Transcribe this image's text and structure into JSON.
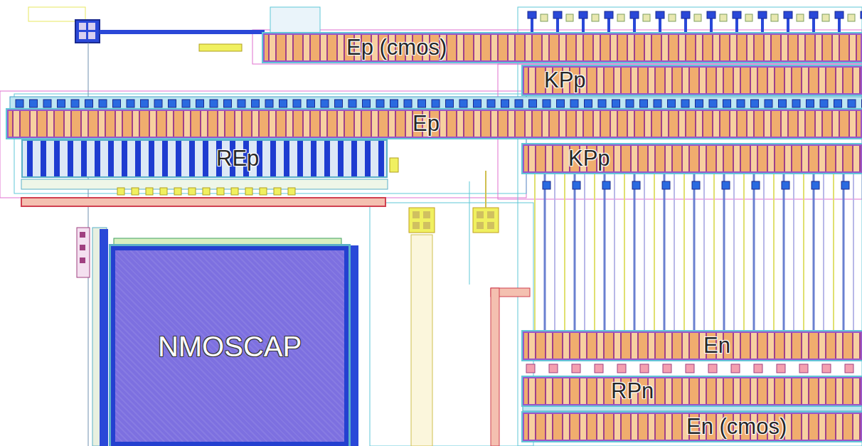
{
  "diagram": {
    "nodes": [
      {
        "text": [
          "Ep (cmos)"
        ]
      },
      {
        "text": [
          "KPp"
        ]
      },
      {
        "text": [
          "Ep"
        ]
      },
      {
        "text": [
          "REp"
        ]
      },
      {
        "text": [
          "KPp"
        ]
      },
      {
        "text": [
          "NMOSCAP"
        ]
      },
      {
        "text": [
          "En"
        ]
      },
      {
        "text": [
          "RPn"
        ]
      },
      {
        "text": [
          "En (cmos)"
        ]
      }
    ]
  }
}
